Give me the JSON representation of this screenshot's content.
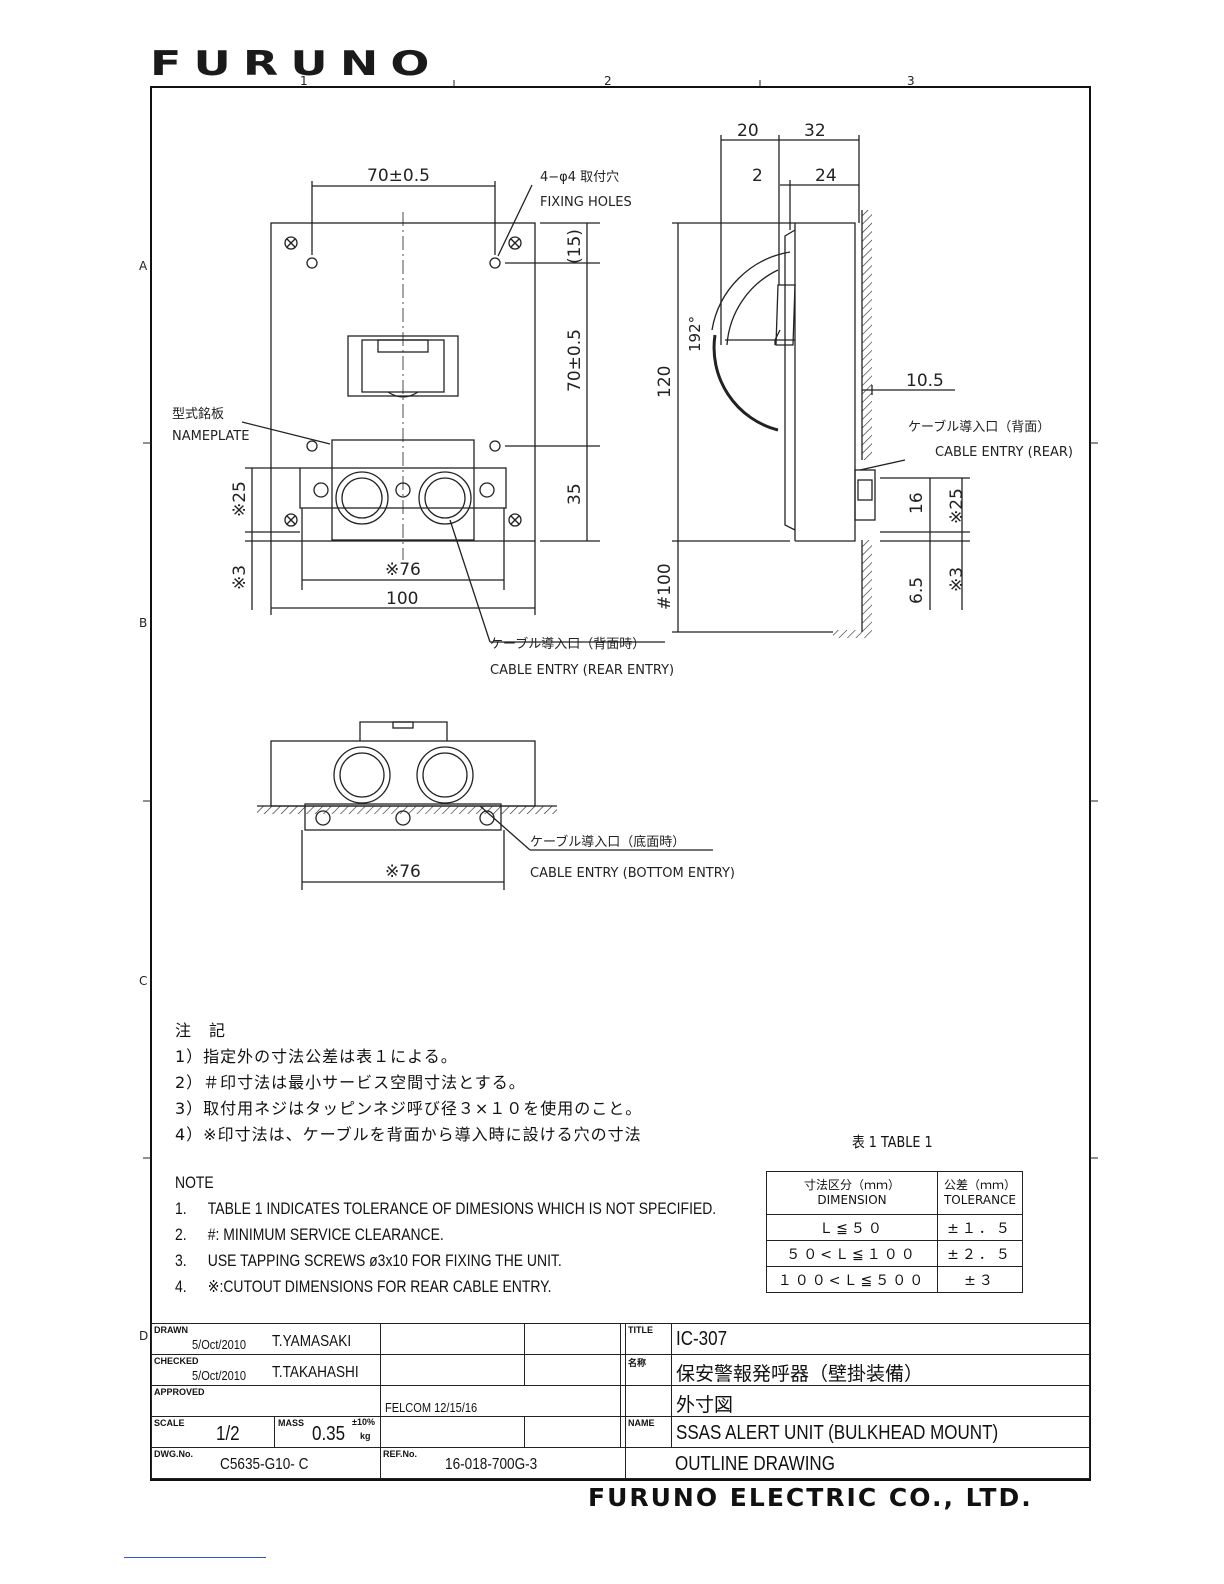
{
  "brand": {
    "logo_text": "FURUNO",
    "company": "FURUNO ELECTRIC CO., LTD."
  },
  "zones": {
    "top": [
      "1",
      "2",
      "3"
    ],
    "side": [
      "A",
      "B",
      "C",
      "D"
    ]
  },
  "front_view": {
    "dim_hole_spacing_h": "70±0.5",
    "fixing_holes_jp": "4−φ4 取付穴",
    "fixing_holes_en": "FIXING HOLES",
    "dim_15": "(15)",
    "dim_hole_spacing_v": "70±0.5",
    "dim_35": "35",
    "nameplate_jp": "型式銘板",
    "nameplate_en": "NAMEPLATE",
    "dim_25": "※25",
    "dim_3": "※3",
    "dim_76": "※76",
    "dim_100": "100",
    "cable_entry_jp": "ケーブル導入口（背面時）",
    "cable_entry_en": "CABLE ENTRY (REAR ENTRY)"
  },
  "side_view": {
    "dim_20": "20",
    "dim_32": "32",
    "dim_2": "2",
    "dim_24": "24",
    "dim_120": "120",
    "dim_angle": "192°",
    "dim_10_5": "10.5",
    "cable_entry_jp": "ケーブル導入口（背面）",
    "cable_entry_en": "CABLE ENTRY (REAR)",
    "dim_16": "16",
    "dim_25": "※25",
    "dim_6_5": "6.5",
    "dim_3": "※3",
    "dim_100": "#100"
  },
  "bottom_view": {
    "cable_entry_jp": "ケーブル導入口（底面時）",
    "cable_entry_en": "CABLE ENTRY (BOTTOM ENTRY)",
    "dim_76": "※76"
  },
  "notes_jp": {
    "title": "注　記",
    "items": [
      "1）指定外の寸法公差は表１による。",
      "2）＃印寸法は最小サービス空間寸法とする。",
      "3）取付用ネジはタッピンネジ呼び径３×１０を使用のこと。",
      "4）※印寸法は、ケーブルを背面から導入時に設ける穴の寸法"
    ]
  },
  "notes_en": {
    "title": "NOTE",
    "items": [
      {
        "num": "1.",
        "text": "TABLE 1 INDICATES TOLERANCE OF DIMESIONS WHICH IS NOT SPECIFIED."
      },
      {
        "num": "2.",
        "text": "#: MINIMUM SERVICE CLEARANCE."
      },
      {
        "num": "3.",
        "text": "USE TAPPING SCREWS ø3x10 FOR FIXING THE UNIT."
      },
      {
        "num": "4.",
        "text": "※:CUTOUT DIMENSIONS FOR REAR CABLE ENTRY."
      }
    ]
  },
  "table1": {
    "caption": "表 1  TABLE 1",
    "head_dim_jp": "寸法区分（ｍｍ）",
    "head_dim_en": "DIMENSION",
    "head_tol_jp": "公差（ｍｍ）",
    "head_tol_en": "TOLERANCE",
    "rows": [
      {
        "dimension": "Ｌ≦５０",
        "tolerance": "±１．５"
      },
      {
        "dimension": "５０<Ｌ≦１００",
        "tolerance": "±２．５"
      },
      {
        "dimension": "１００<Ｌ≦５００",
        "tolerance": "±３"
      }
    ]
  },
  "title_block": {
    "drawn_label": "DRAWN",
    "drawn_date": "5/Oct/2010",
    "drawn_by": "T.YAMASAKI",
    "checked_label": "CHECKED",
    "checked_date": "5/Oct/2010",
    "checked_by": "T.TAKAHASHI",
    "approved_label": "APPROVED",
    "scale_label": "SCALE",
    "scale": "1/2",
    "mass_label": "MASS",
    "mass": "0.35",
    "mass_tol": "±10%",
    "mass_unit": "kg",
    "dwg_label": "DWG.No.",
    "dwg_no": "C5635-G10- C",
    "ref_label": "REF.No.",
    "ref_no": "16-018-700G-3",
    "felcom": "FELCOM 12/15/16",
    "title_label": "TITLE",
    "title": "IC-307",
    "name_jp_label": "名称",
    "name_jp": "保安警報発呼器（壁掛装備）",
    "name_jp2": "外寸図",
    "name_label": "NAME",
    "name_en": "SSAS ALERT UNIT (BULKHEAD MOUNT)",
    "name_en2": "OUTLINE DRAWING"
  }
}
